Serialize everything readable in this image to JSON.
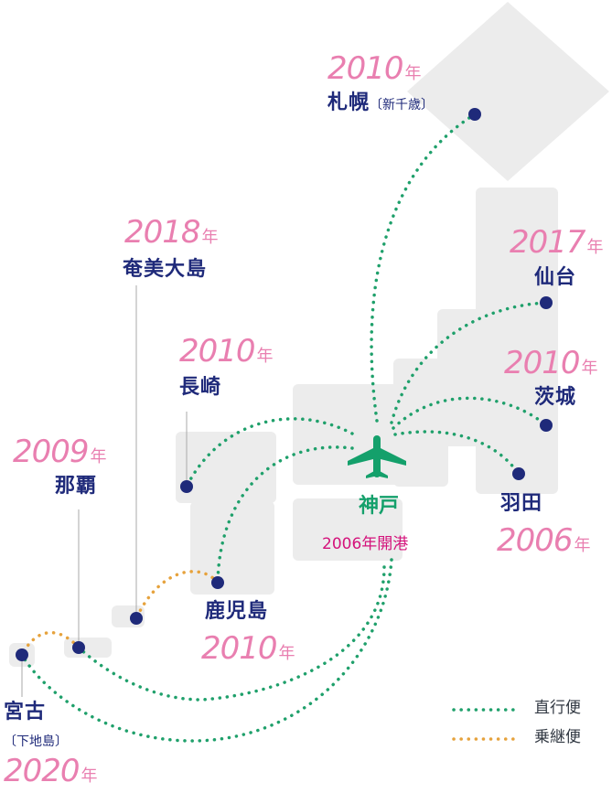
{
  "hub": {
    "name": "神戸",
    "opened": "2006年開港"
  },
  "year_suffix": "年",
  "routes": [
    {
      "city": "札幌",
      "city_sub": "〔新千歳〕",
      "year": "2010",
      "type": "direct"
    },
    {
      "city": "仙台",
      "city_sub": "",
      "year": "2017",
      "type": "direct"
    },
    {
      "city": "茨城",
      "city_sub": "",
      "year": "2010",
      "type": "direct"
    },
    {
      "city": "羽田",
      "city_sub": "",
      "year": "2006",
      "type": "direct"
    },
    {
      "city": "長崎",
      "city_sub": "",
      "year": "2010",
      "type": "direct"
    },
    {
      "city": "鹿児島",
      "city_sub": "",
      "year": "2010",
      "type": "direct"
    },
    {
      "city": "那覇",
      "city_sub": "",
      "year": "2009",
      "type": "direct"
    },
    {
      "city": "奄美大島",
      "city_sub": "",
      "year": "2018",
      "type": "connecting"
    },
    {
      "city": "宮古",
      "city_sub": "〔下地島〕",
      "year": "2020",
      "type": "direct"
    }
  ],
  "legend": [
    {
      "label": "直行便",
      "color": "#1fa06b",
      "type": "direct"
    },
    {
      "label": "乗継便",
      "color": "#e6a23c",
      "type": "connecting"
    }
  ],
  "colors": {
    "land": "#ececec",
    "airport_dot": "#1f2a7a",
    "direct_route": "#1fa06b",
    "connecting_route": "#e6a23c",
    "hub": "#14a06b",
    "year": "#e97fb0",
    "plane_icon": "airplane-icon"
  }
}
